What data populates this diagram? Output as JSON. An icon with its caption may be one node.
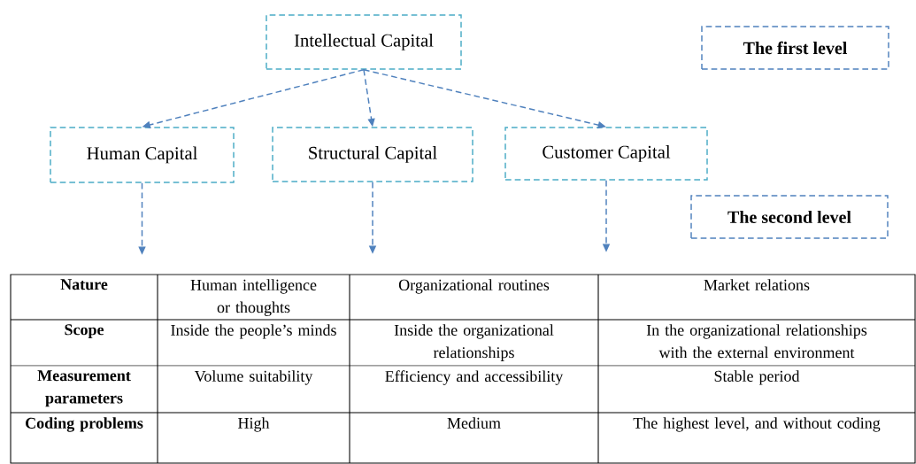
{
  "diagram": {
    "nodes": [
      {
        "text": [
          "Intellectual Capital"
        ]
      },
      {
        "text": [
          "The first level"
        ]
      },
      {
        "text": [
          "Human Capital"
        ]
      },
      {
        "text": [
          "Structural Capital"
        ]
      },
      {
        "text": [
          "Customer Capital"
        ]
      },
      {
        "text": [
          "The second level"
        ]
      }
    ],
    "edges": [
      {
        "from": 0,
        "to": 2,
        "arrow": "to",
        "style": "dashed"
      },
      {
        "from": 0,
        "to": 3,
        "arrow": "to",
        "style": "dashed"
      },
      {
        "from": 0,
        "to": 4,
        "arrow": "to",
        "style": "dashed"
      },
      {
        "from": 2,
        "to": null,
        "arrow": "to",
        "style": "dashed"
      },
      {
        "from": 3,
        "to": null,
        "arrow": "to",
        "style": "dashed"
      },
      {
        "from": 4,
        "to": null,
        "arrow": "to",
        "style": "dashed"
      }
    ],
    "labels": [
      "Nature",
      "Human intelligence or thoughts",
      "Organizational routines",
      "Market relations",
      "Scope",
      "Inside the people’s minds",
      "Inside the organizational relationships",
      "In the organizational relationships with the external environment",
      "Measurement parameters",
      "Volume suitability",
      "Efficiency and accessibility",
      "Stable period",
      "Coding problems",
      "High",
      "Medium",
      "The highest level, and without coding"
    ]
  }
}
